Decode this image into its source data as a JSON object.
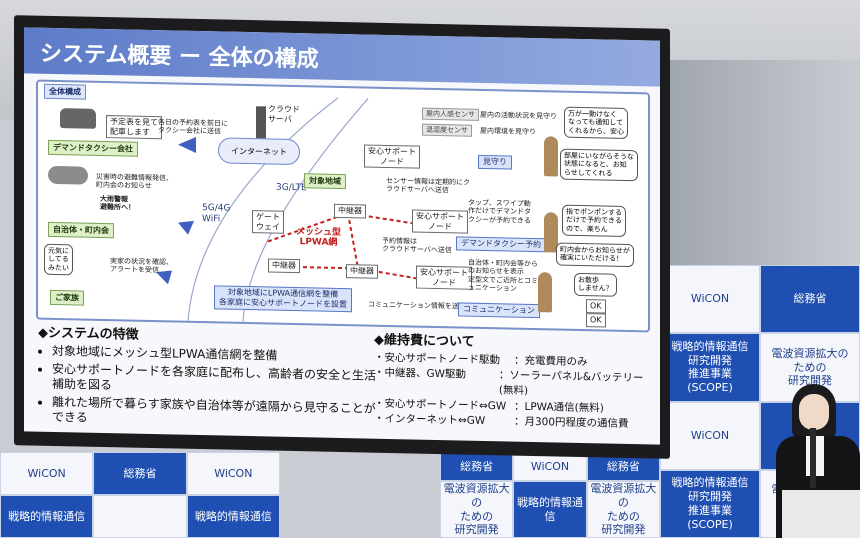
{
  "slide": {
    "title": "システム概要 ー 全体の構成",
    "diagram_label": "全体構成",
    "nodes": {
      "taxi_note": "予定表を見て\n配車します",
      "taxi_company": "デマンドタクシー会社",
      "schedule_note": "各日の予約表を前日に\nタクシー会社に送信",
      "cloud_server": "クラウド\nサーバ",
      "internet": "インターネット",
      "disaster_note": "災害時の避難情報発信、\n町内会のお知らせ",
      "heavy_rain_note": "大雨警報\n避難所へ！",
      "municipality": "自治体・町内会",
      "genki_bubble": "元気に\nしてる\nみたい",
      "family_note": "実家の状況を確認、\nアラートを受信",
      "family": "ご家族",
      "net_5g": "5G/4G\nWiFi",
      "net_3g": "3G/LTE",
      "gateway": "ゲート\nウェイ",
      "target_area": "対象地域",
      "relay1": "中継器",
      "relay2": "中継器",
      "relay3": "中継器",
      "mesh_lpwa": "メッシュ型\nLPWA網",
      "support_node1": "安心サポート\nノード",
      "support_node2": "安心サポート\nノード",
      "support_node3": "安心サポート\nノード",
      "sensor_note": "センサー情報は定期的にク\nラウドサーバへ送信",
      "reservation_note": "予約情報は\nクラウドサーバへ送信",
      "comm_note": "コミュニケーション情報を送受信",
      "indoor_sensor": "屋内人感センサ",
      "temp_sensor": "温湿度センサ",
      "indoor_watch": "屋内の活動状況を見守り",
      "indoor_env": "屋内環境を見守り",
      "watch": "見守り",
      "tap_note": "タップ、スワイプ動\n作だけでデマンドタ\nクシーが予約できる",
      "demand_booking": "デマンドタクシー予約",
      "local_news_note": "自治体・町内会等から\nのお知らせを表示\n定型文でご近所とコミ\nュニケーション",
      "communication": "コミュニケーション",
      "elder_worry": "万が一動けなく\nなっても通知して\nくれるから、安心",
      "elder_status": "部屋にいながらそうな\n状態になると、お知\nらせしてくれる",
      "elder_taxi": "指でポンポンする\nだけで予約できる\nので、楽ちん",
      "elder_info": "町内会からお知らせが\n確実にいただける！",
      "ok_bubble": "お散歩\nしません？",
      "ok_option1": "OK",
      "ok_option2": "OK",
      "area_caption": "対象地域にLPWA通信網を整備\n各家庭に安心サポートノードを設置"
    },
    "features": {
      "heading": "◆システムの特徴",
      "items": [
        "対象地域にメッシュ型LPWA通信網を整備",
        "安心サポートノードを各家庭に配布し、高齢者の安全と生活補助を図る",
        "離れた場所で暮らす家族や自治体等が遠隔から見守ることができる"
      ]
    },
    "maintenance": {
      "heading": "◆維持費について",
      "rows": [
        {
          "item": "・安心サポートノード駆動",
          "cost": "：充電費用のみ"
        },
        {
          "item": "・中継器、GW駆動",
          "cost": "：ソーラーパネル&バッテリー(無料)"
        },
        {
          "item": "・安心サポートノード⇔GW",
          "cost": "：LPWA通信(無料)"
        },
        {
          "item": "・インターネット⇔GW",
          "cost": "：月300円程度の通信費"
        }
      ]
    }
  },
  "backdrop": {
    "ministry": "総務省",
    "wicon": "WiCON",
    "program": "戦略的情報通信\n研究開発\n推進事業\n(SCOPE)",
    "radio": "電波資源拡大の\nための\n研究開発",
    "program_partial": "戦略的情報通信"
  },
  "colors": {
    "title_gradient_start": "#5d7bc8",
    "backdrop_blue": "#1f4fb2",
    "mesh_red": "#c42020"
  }
}
